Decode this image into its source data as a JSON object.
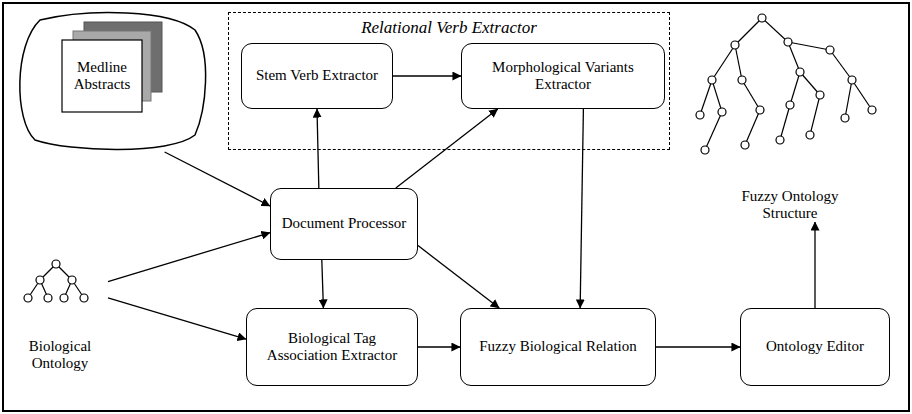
{
  "diagram": {
    "nodes": [
      {
        "text": [
          "Medline Abstracts"
        ]
      },
      {
        "text": [
          "Relational Verb Extractor"
        ]
      },
      {
        "text": [
          "Stem Verb Extractor"
        ],
        "in": 1
      },
      {
        "text": [
          "Morphological Variants Extractor"
        ],
        "in": 1
      },
      {
        "text": [
          "Fuzzy Ontology Structure"
        ]
      },
      {
        "text": [
          "Document Processor"
        ]
      },
      {
        "text": [
          "Biological Ontology"
        ]
      },
      {
        "text": [
          "Biological Tag Association Extractor"
        ]
      },
      {
        "text": [
          "Fuzzy Biological Relation"
        ]
      },
      {
        "text": [
          "Ontology Editor"
        ]
      }
    ],
    "edges": [
      {
        "from": 0,
        "to": 5,
        "arrow": "to"
      },
      {
        "from": 6,
        "to": 5,
        "arrow": "to"
      },
      {
        "from": 6,
        "to": 7,
        "arrow": "to"
      },
      {
        "from": 5,
        "to": 2,
        "arrow": "to"
      },
      {
        "from": 5,
        "to": 3,
        "arrow": "to"
      },
      {
        "from": 5,
        "to": 7,
        "arrow": "to"
      },
      {
        "from": 5,
        "to": 8,
        "arrow": "to"
      },
      {
        "from": 2,
        "to": 3,
        "arrow": "to"
      },
      {
        "from": 3,
        "to": 8,
        "arrow": "to"
      },
      {
        "from": 7,
        "to": 8,
        "arrow": "to"
      },
      {
        "from": 8,
        "to": 9,
        "arrow": "to"
      },
      {
        "from": 9,
        "to": 4,
        "arrow": "to"
      }
    ]
  }
}
